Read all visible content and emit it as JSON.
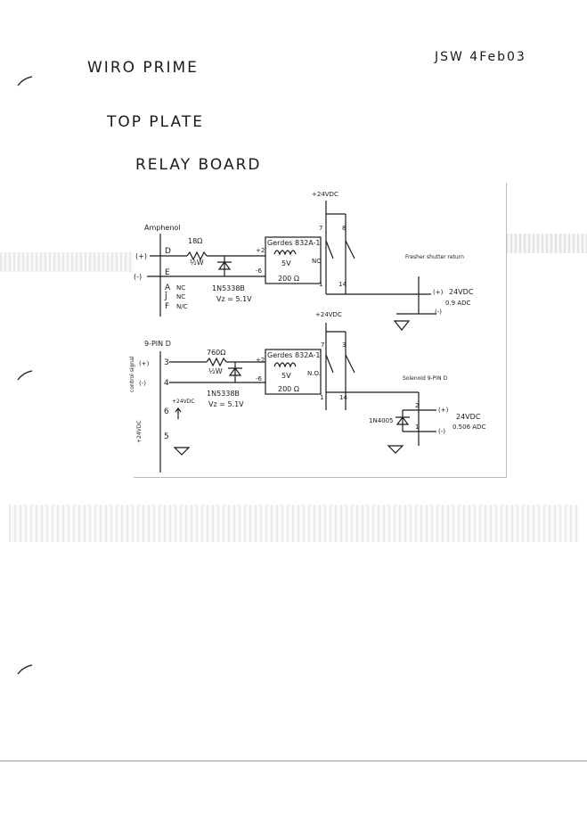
{
  "header": {
    "title": "WIRO PRIME",
    "subtitle": "TOP PLATE",
    "board": "RELAY BOARD",
    "signature": "JSW 4Feb03"
  },
  "circuit1": {
    "connector": "Amphenol",
    "pin_D": "D",
    "pin_E": "E",
    "pin_A": "A",
    "pin_Jbar": "J̄",
    "pin_F": "F",
    "nc1": "NC",
    "nc2": "NC",
    "nc3": "N/C",
    "plus": "(+)",
    "minus": "(-)",
    "resistor_value": "18Ω",
    "resistor_watt": "½W",
    "diode": "1N5338B",
    "vz": "Vz = 5.1V",
    "relay_name": "Gerdes 832A-1",
    "coil_voltage": "5V",
    "coil_resistance": "200 Ω",
    "no": "NO",
    "plus2": "+2",
    "minus6": "-6",
    "pin7": "7",
    "pin8": "8",
    "pin1": "1",
    "pin14": "14",
    "supply": "+24VDC",
    "output_label": "Fresher shutter return",
    "out_plus": "(+)",
    "out_minus": "(-)",
    "out_voltage": "24VDC",
    "out_current": "0.9 ADC"
  },
  "circuit2": {
    "connector": "9-PIN D",
    "pin3": "3",
    "pin4": "4",
    "pin6": "6",
    "pin5": "5",
    "plus": "(+)",
    "minus": "(-)",
    "side_label": "control signal",
    "side_supply": "+24VDC",
    "pin6_supply": "+24VDC",
    "resistor_value": "760Ω",
    "resistor_watt": "½W",
    "diode": "1N5338B",
    "vz": "Vz = 5.1V",
    "relay_name": "Gerdes 832A-1",
    "coil_voltage": "5V",
    "coil_resistance": "200 Ω",
    "no": "N.O.",
    "plus2": "+2",
    "minus6": "-6",
    "pin7": "7",
    "pin3r": "3",
    "pin1": "1",
    "pin14": "14",
    "supply": "+24VDC",
    "solenoid_label": "Solenoid 9-PIN D",
    "sol_pin2": "2",
    "sol_pin1": "1",
    "flyback": "1N4005",
    "out_plus": "(+)",
    "out_minus": "(-)",
    "out_voltage": "24VDC",
    "out_current": "0.506 ADC"
  }
}
